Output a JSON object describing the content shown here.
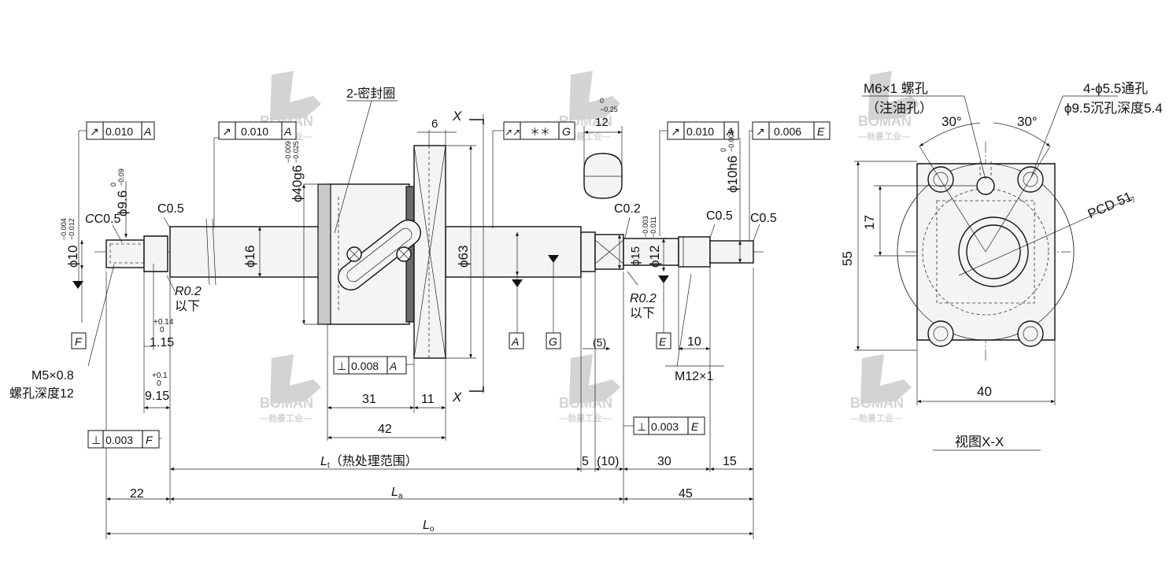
{
  "watermark": {
    "brand": "BOMAN",
    "sub": "—勃曼工业—"
  },
  "labels": {
    "seal": "2-密封圈",
    "section_x_top": "X",
    "section_x_bottom": "X",
    "oil_hole": "M6×1 螺孔",
    "oil_hole_sub": "（注油孔）",
    "through_hole": "4-ϕ5.5通孔",
    "counterbore": "ϕ9.5沉孔深度5.4",
    "view": "视图X-X",
    "pcd": "PCD 51",
    "r02_left": "R0.2",
    "r02_left_sub": "以下",
    "r02_right": "R0.2",
    "r02_right_sub": "以下",
    "m5": "M5×0.8",
    "m5_sub": "螺孔深度12",
    "m12": "M12×1",
    "lt": "L",
    "lt_sub": "t",
    "lt_text": "（热处理范围）",
    "la": "L",
    "la_sub": "a",
    "lo": "L",
    "lo_sub": "o",
    "datum_a": "A",
    "datum_g": "G",
    "datum_e": "E",
    "datum_f": "F"
  },
  "chamfers": {
    "c05_a": "C0.5",
    "c05_b": "C0.5",
    "c02": "C0.2",
    "c05_c": "C0.5",
    "c05_d": "C0.5"
  },
  "diameters": {
    "d10": "ϕ10",
    "d10_tol_u": "−0.004",
    "d10_tol_l": "−0.012",
    "d96": "ϕ9.6",
    "d96_tol_u": "0",
    "d96_tol_l": "−0.09",
    "d40": "ϕ40g6",
    "d40_tol_u": "−0.009",
    "d40_tol_l": "−0.025",
    "d16": "ϕ16",
    "d63": "ϕ63",
    "d15": "ϕ15",
    "d12": "ϕ12",
    "d12_tol_u": "−0.003",
    "d12_tol_l": "−0.011",
    "d10h6": "ϕ10h6",
    "d10h6_tol_u": "0",
    "d10h6_tol_l": "−0.009"
  },
  "dims": {
    "d6": "6",
    "d12": "12",
    "d12_tol_u": "0",
    "d12_tol_l": "−0.25",
    "d115": "1.15",
    "d115_tol_u": "+0.14",
    "d115_tol_l": "0",
    "d915": "9.15",
    "d915_tol_u": "+0.1",
    "d915_tol_l": "0",
    "d31": "31",
    "d11": "11",
    "d42": "42",
    "d5p": "(5)",
    "d10": "10",
    "d5": "5",
    "d10p": "(10)",
    "d30": "30",
    "d15": "15",
    "d22": "22",
    "d45": "45",
    "ang1": "30°",
    "ang2": "30°",
    "d17": "17",
    "d55": "55",
    "d40": "40"
  },
  "tolerance_frames": [
    {
      "sym": "↗",
      "val": "0.010",
      "ref": "A"
    },
    {
      "sym": "↗",
      "val": "0.010",
      "ref": "A"
    },
    {
      "sym": "↗↗",
      "val": "＊＊",
      "ref": "G"
    },
    {
      "sym": "↗",
      "val": "0.010",
      "ref": "A"
    },
    {
      "sym": "↗",
      "val": "0.006",
      "ref": "E"
    },
    {
      "sym": "⊥",
      "val": "0.008",
      "ref": "A"
    },
    {
      "sym": "⊥",
      "val": "0.003",
      "ref": "E"
    },
    {
      "sym": "⊥",
      "val": "0.003",
      "ref": "F"
    }
  ]
}
